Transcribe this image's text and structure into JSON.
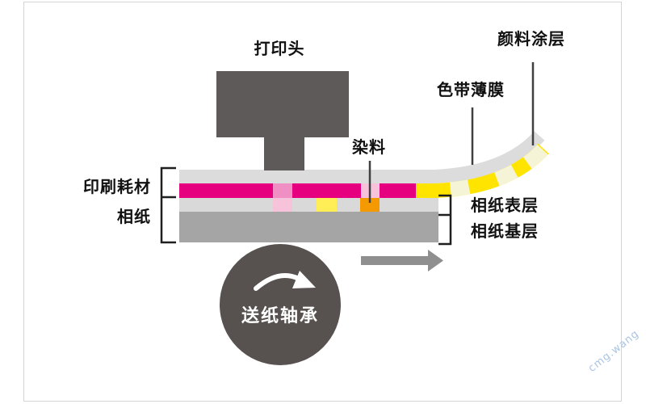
{
  "diagram": {
    "labels": {
      "print_head": "打印头",
      "pigment_coating": "颜料涂层",
      "ribbon_film": "色带薄膜",
      "dye": "染料",
      "print_consumables": "印刷耗材",
      "photo_paper": "相纸",
      "paper_surface_layer": "相纸表层",
      "paper_base_layer": "相纸基层",
      "paper_feed_roller": "送纸轴承"
    },
    "watermark": "cmg.wang",
    "colors": {
      "frame_border": "#d5d5d5",
      "print_head": "#5e5a5a",
      "roller": "#57514f",
      "roller_arrow": "#ffffff",
      "ribbon_film": "#dcdcdc",
      "magenta": "#e60080",
      "pink_segment": "#f08fc4",
      "pink_light": "#f7c3da",
      "yellow": "#ffe400",
      "pale_segment": "#f5f4d6",
      "yellow_patch": "#ffee55",
      "orange_patch": "#f49a00",
      "paper_surface": "#d9d9d9",
      "paper_base": "#a5a5a5",
      "direction_arrow": "#8f8f8f",
      "pointer_line": "#404040",
      "bracket": "#1f1f1f",
      "label_text": "#111111"
    }
  }
}
